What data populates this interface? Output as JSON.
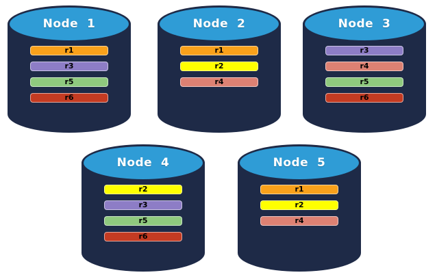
{
  "diagram": {
    "description": "Replica distribution across database nodes",
    "background": "#FFFFFF"
  },
  "colors": {
    "cylinder_body": "#1E2A47",
    "cylinder_top": "#2F9CD6",
    "replica_colors": {
      "r1": "#F9A11B",
      "r2": "#FFFF00",
      "r3": "#8D7DC6",
      "r4": "#DD8173",
      "r5": "#8FC97E",
      "r6": "#C43B22"
    }
  },
  "nodes": [
    {
      "title": "Node  1",
      "replicas": [
        "r1",
        "r3",
        "r5",
        "r6"
      ]
    },
    {
      "title": "Node  2",
      "replicas": [
        "r1",
        "r2",
        "r4"
      ]
    },
    {
      "title": "Node  3",
      "replicas": [
        "r3",
        "r4",
        "r5",
        "r6"
      ]
    },
    {
      "title": "Node  4",
      "replicas": [
        "r2",
        "r3",
        "r5",
        "r6"
      ]
    },
    {
      "title": "Node  5",
      "replicas": [
        "r1",
        "r2",
        "r4"
      ]
    }
  ]
}
